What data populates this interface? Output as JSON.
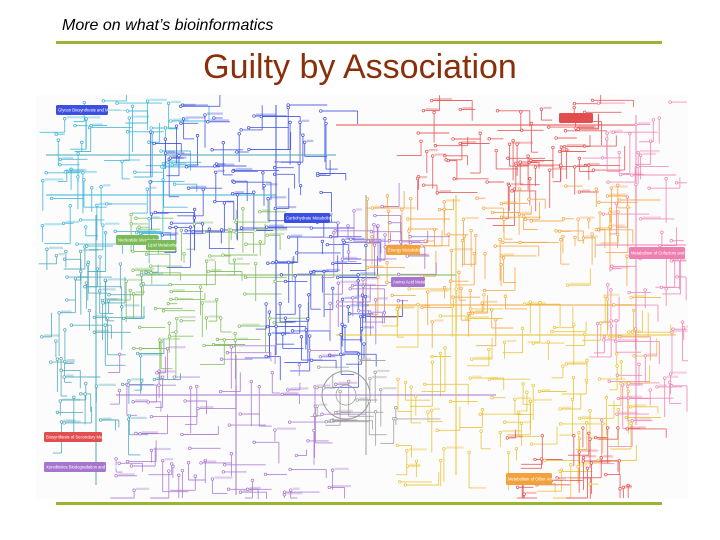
{
  "header": {
    "text": "More on what’s bioinformatics"
  },
  "slide": {
    "title": "Guilty by Association"
  },
  "map": {
    "colors": {
      "blue": "#3d4fe0",
      "teal": "#4aa6b8",
      "cyan": "#36b3d6",
      "green": "#7cba58",
      "purple": "#a774cf",
      "red": "#e44d4d",
      "pink": "#ee7fb0",
      "orange": "#f2a23c",
      "yellow": "#e8c12f",
      "gray": "#9a9a9a"
    },
    "labels": {
      "glycan": "Glycan Biosynthesis and Metabolism",
      "carbohydrate": "Carbohydrate Metabolism",
      "nucleotide": "Nucleotide Metabolism",
      "lipid": "Lipid Metabolism",
      "energy": "Energy Metabolism",
      "aminoacid": "Amino Acid Metabolism",
      "cofactors": "Metabolism of Cofactors and Vitamins",
      "secondary": "Biosynthesis of Secondary Metabolites",
      "xenobiotics": "Xenobiotics Biodegradation and Metabolism",
      "otheramino": "Metabolism of Other Amino Acids"
    }
  }
}
